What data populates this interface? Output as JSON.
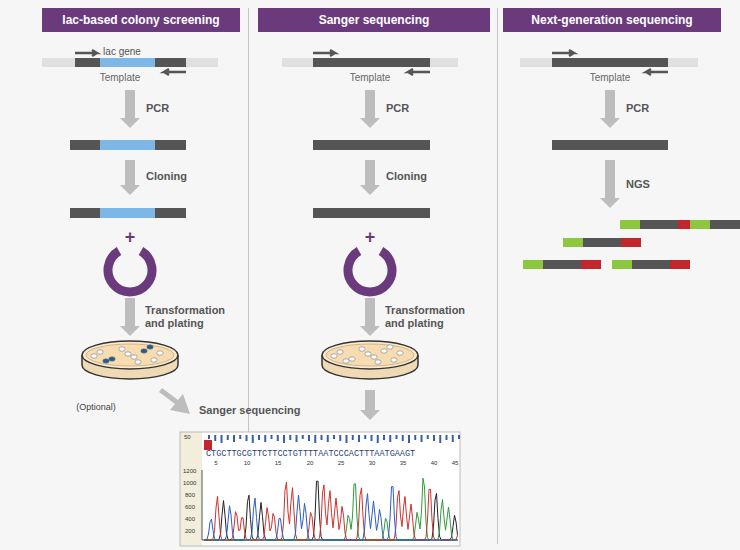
{
  "diagram": {
    "nodes": [
      {
        "text": [
          "lac-based colony screening"
        ]
      },
      {
        "text": [
          "Sanger sequencing"
        ]
      },
      {
        "text": [
          "Next-generation sequencing"
        ]
      }
    ],
    "labels": [
      "lac gene",
      "Template",
      "PCR",
      "Cloning",
      "+",
      "Transformation and plating",
      "(Optional)",
      "Sanger sequencing",
      "Template",
      "PCR",
      "Cloning",
      "+",
      "Transformation and plating",
      "Template",
      "PCR",
      "NGS",
      "50",
      "CTGCTTGCGTTCTTCCTGTTTTAATCCCACTTTAATGAAGT",
      "5",
      "10",
      "15",
      "20",
      "25",
      "30",
      "35",
      "40",
      "45",
      "1200",
      "1000",
      "800",
      "600",
      "400",
      "200"
    ]
  }
}
